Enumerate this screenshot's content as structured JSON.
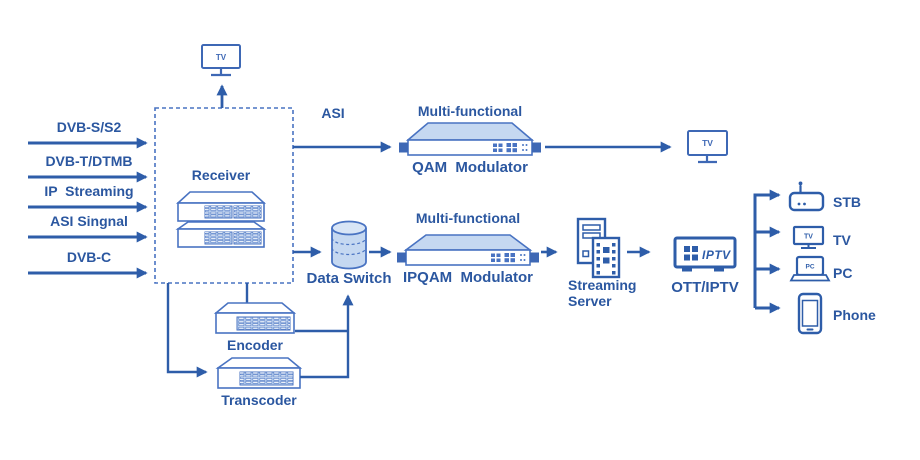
{
  "colors": {
    "accent": "#2E5DA9",
    "text": "#2B57A0",
    "outline": "#4973C2",
    "fill_light": "#C5D8F1"
  },
  "inputs": [
    "DVB-S/S2",
    "DVB-T/DTMB",
    "IP  Streaming",
    "ASI Singnal",
    "DVB-C"
  ],
  "receiver": {
    "label": "Receiver"
  },
  "tv_top": {
    "label": "TV"
  },
  "asi_link_label": "ASI",
  "qam": {
    "title": "Multi-functional",
    "label": "QAM  Modulator"
  },
  "tv_mid": {
    "label": "TV"
  },
  "data_switch": {
    "label": "Data Switch"
  },
  "ipqam": {
    "title": "Multi-functional",
    "label": "IPQAM  Modulator"
  },
  "streaming_server": {
    "line1": "Streaming",
    "line2": "Server"
  },
  "ott": {
    "label": "OTT/IPTV",
    "screen_text": "IPTV"
  },
  "encoder": {
    "label": "Encoder"
  },
  "transcoder": {
    "label": "Transcoder"
  },
  "outputs": [
    {
      "label": "STB"
    },
    {
      "label": "TV",
      "screen_text": "TV"
    },
    {
      "label": "PC",
      "screen_text": "PC"
    },
    {
      "label": "Phone"
    }
  ]
}
